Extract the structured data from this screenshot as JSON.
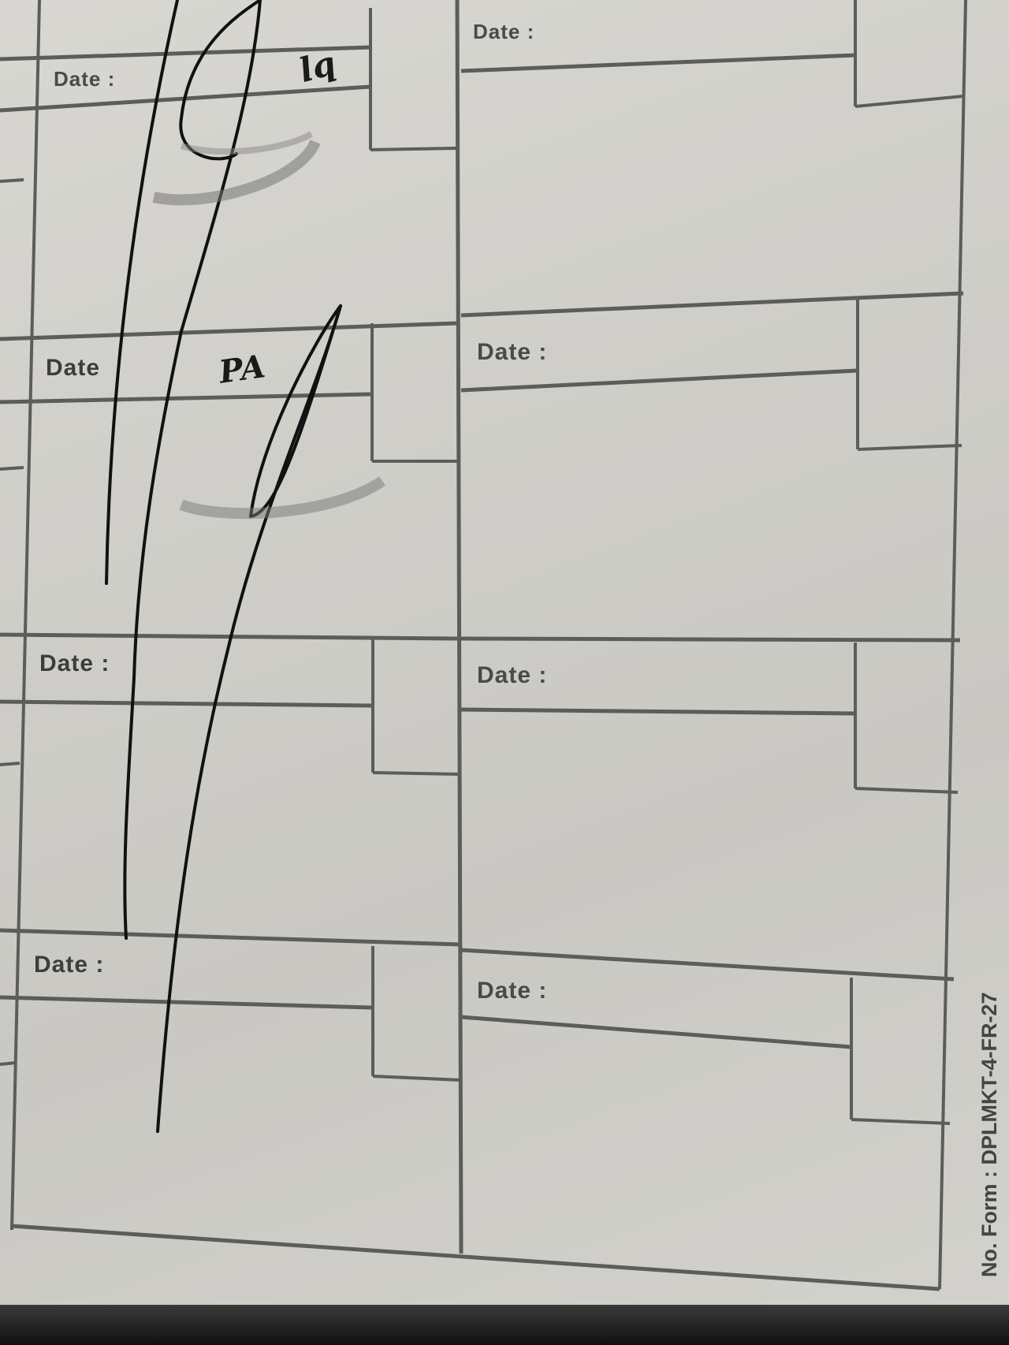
{
  "form": {
    "field_label": "Date :",
    "left_column_labels": [
      "Date :",
      "Date",
      "Date :",
      "Date :"
    ],
    "right_column_labels": [
      "Date :",
      "Date :",
      "Date :",
      "Date :"
    ],
    "form_code": "No. Form : DPLMKT-4-FR-27"
  },
  "handwriting": {
    "initials_top": "lq",
    "initials_second": "PA"
  }
}
